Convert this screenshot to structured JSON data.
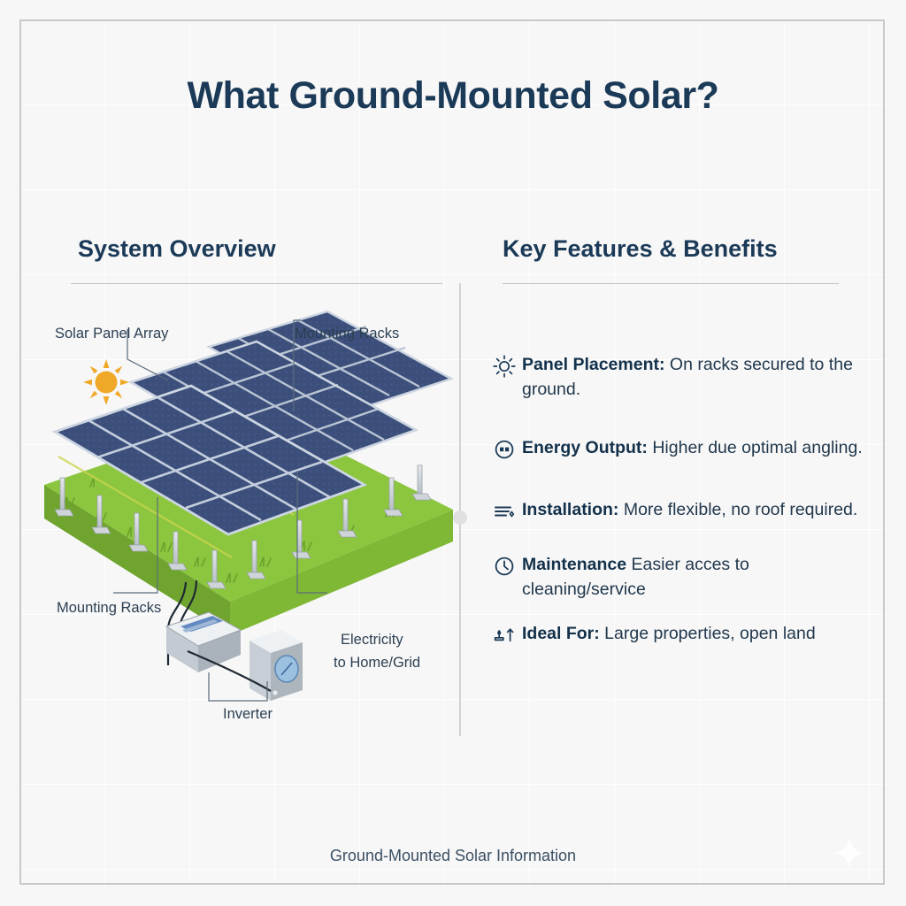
{
  "title": "What Ground-Mounted Solar?",
  "footer": "Ground-Mounted Solar Information",
  "colors": {
    "page_bg": "#f7f7f7",
    "ink": "#1b3a57",
    "body_text": "#22384d",
    "border": "#c9c9c9",
    "panel_blue": "#3c4f7b",
    "panel_blue_dark": "#2f3f63",
    "panel_frame": "#b9c5d4",
    "grass_top": "#8cc63f",
    "grass_side": "#6fa52e",
    "grass_front": "#7fb834",
    "sun": "#f0a828",
    "metal": "#c9ced3",
    "metal_dark": "#9aa2ab"
  },
  "left_column": {
    "heading": "System Overview",
    "diagram_labels": [
      {
        "id": "solar-panel-array",
        "text": "Solar Panel Array"
      },
      {
        "id": "mounting-racks-top",
        "text": "Mounting Racks"
      },
      {
        "id": "mounting-racks-bottom",
        "text": "Mounting Racks"
      },
      {
        "id": "electricity-line1",
        "text": "Electricity"
      },
      {
        "id": "electricity-line2",
        "text": "to Home/Grid"
      },
      {
        "id": "inverter",
        "text": "Inverter"
      }
    ]
  },
  "right_column": {
    "heading": "Key Features & Benefits",
    "features": [
      {
        "icon": "sun-icon",
        "label": "Panel Placement:",
        "text": " On racks secured to the ground."
      },
      {
        "icon": "energy-output-icon",
        "label": "Energy Output:",
        "text": " Higher due optimal angling."
      },
      {
        "icon": "installation-lines-icon",
        "label": "Installation:",
        "text": " More flexible, no roof required."
      },
      {
        "icon": "clock-icon",
        "label": "Maintenance",
        "text": " Easier acces to cleaning/service"
      },
      {
        "icon": "land-arrow-icon",
        "label": "Ideal For:",
        "text": " Large properties, open land"
      }
    ]
  }
}
